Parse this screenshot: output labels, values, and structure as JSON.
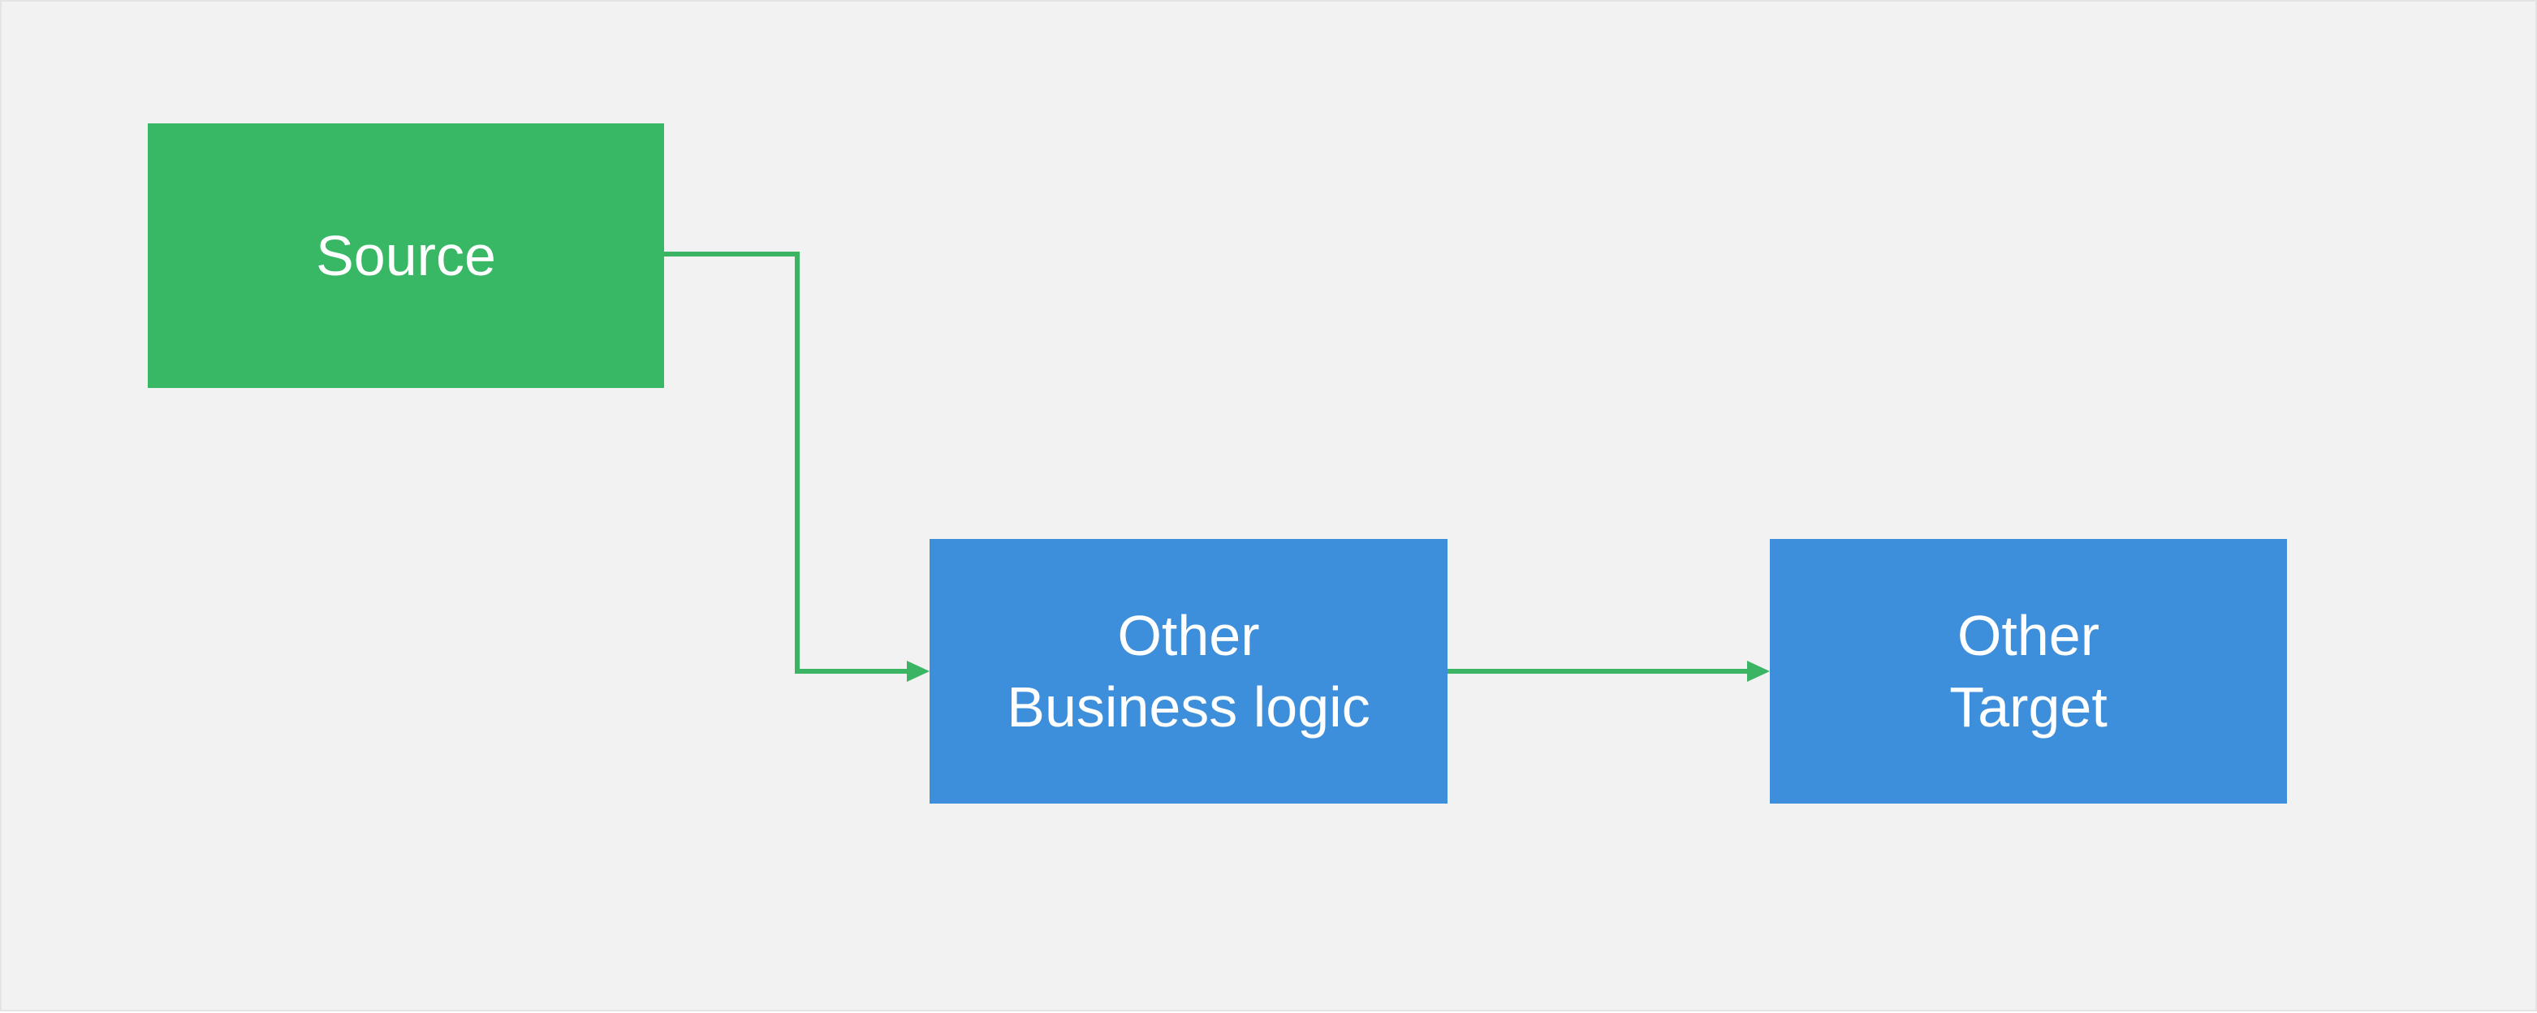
{
  "diagram": {
    "canvas_color": "#f2f2f2",
    "connector_color": "#3bb563",
    "nodes": {
      "source": {
        "line1": "Source",
        "line2": "",
        "color": "#38b764"
      },
      "business": {
        "line1": "Other",
        "line2": "Business logic",
        "color": "#3d8fdc"
      },
      "target": {
        "line1": "Other",
        "line2": "Target",
        "color": "#3d8fdc"
      }
    },
    "edges": [
      {
        "from": "Source",
        "to": "Other Business logic"
      },
      {
        "from": "Other Business logic",
        "to": "Other Target"
      }
    ]
  }
}
